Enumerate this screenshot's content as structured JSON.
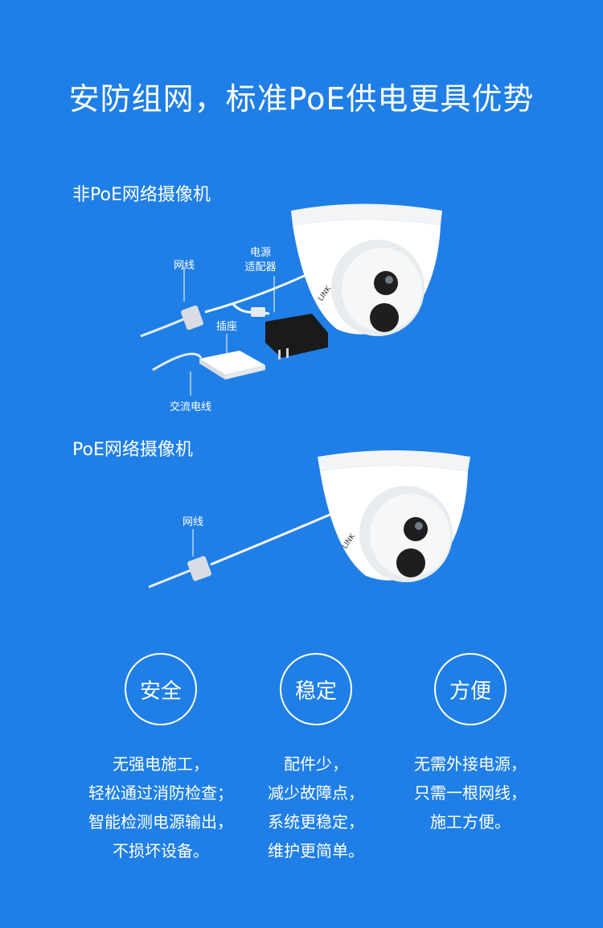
{
  "title": "安防组网，标准PoE供电更具优势",
  "non_poe": {
    "label": "非PoE网络摄像机",
    "network_cable": "网线",
    "adapter_line1": "电源",
    "adapter_line2": "适配器",
    "socket": "插座",
    "ac_cable": "交流电线"
  },
  "poe": {
    "label": "PoE网络摄像机",
    "network_cable": "网线"
  },
  "camera_brand": "LINK",
  "features": [
    {
      "name": "安全",
      "lines": [
        "无强电施工，",
        "轻松通过消防检查；",
        "智能检测电源输出，",
        "不损坏设备。"
      ]
    },
    {
      "name": "稳定",
      "lines": [
        "配件少，",
        "减少故障点，",
        "系统更稳定，",
        "维护更简单。"
      ]
    },
    {
      "name": "方便",
      "lines": [
        "无需外接电源，",
        "只需一根网线，",
        "施工方便。"
      ]
    }
  ],
  "colors": {
    "background": "#1f7fe6",
    "text": "#ffffff"
  }
}
